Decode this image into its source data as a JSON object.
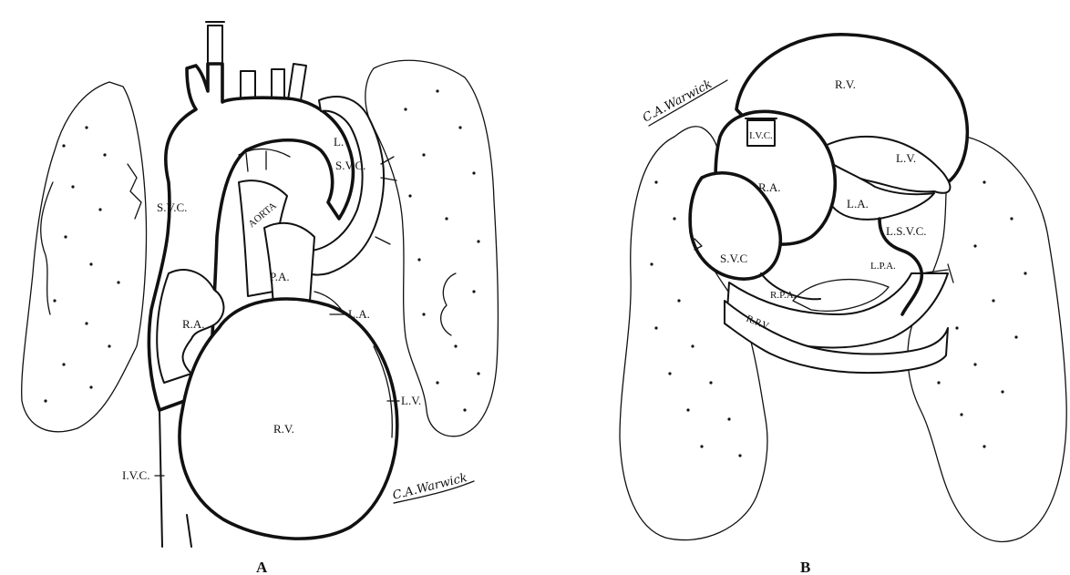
{
  "panels": {
    "a": {
      "letter": "A",
      "signature": "C.A.Warwick",
      "labels": {
        "svc": "S.V.C.",
        "l": "L.",
        "lsvc": "S.V.C.",
        "aorta": "AORTA",
        "pa": "P.A.",
        "ra": "R.A.",
        "la": "L.A.",
        "rv": "R.V.",
        "lv": "L.V.",
        "ivc": "I.V.C."
      }
    },
    "b": {
      "letter": "B",
      "signature": "C.A.Warwick",
      "labels": {
        "rv": "R.V.",
        "ivc": "I.V.C.",
        "ra": "R.A.",
        "lv": "L.V.",
        "la": "L.A.",
        "svc": "S.V.C",
        "lsvc": "L.S.V.C.",
        "lpa": "L.P.A.",
        "rpa": "R.P.A.",
        "rpv": "R.P.V."
      }
    }
  }
}
